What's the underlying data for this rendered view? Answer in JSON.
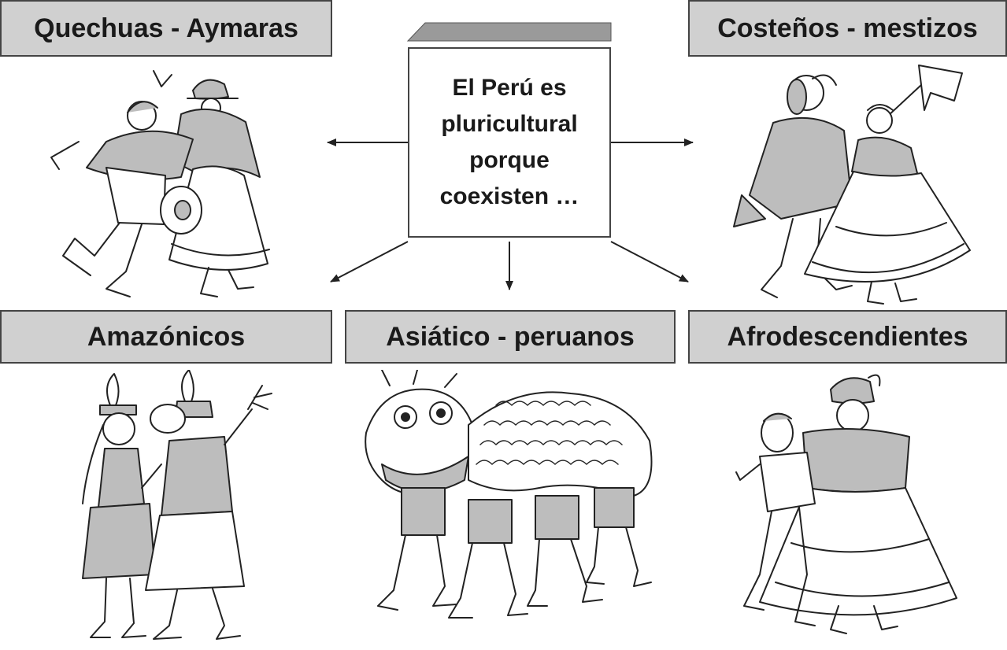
{
  "center": {
    "lines": [
      "El Perú es",
      "pluricultural",
      "porque",
      "coexisten …"
    ]
  },
  "groups": {
    "quechuas": {
      "label": "Quechuas - Aymaras"
    },
    "costenos": {
      "label": "Costeños - mestizos"
    },
    "amazonicos": {
      "label": "Amazónicos"
    },
    "asiaticos": {
      "label": "Asiático - peruanos"
    },
    "afro": {
      "label": "Afrodescendientes"
    }
  },
  "colors": {
    "label_fill": "#d0d0d0",
    "outline": "#444444",
    "roof": "#9a9a9a"
  }
}
